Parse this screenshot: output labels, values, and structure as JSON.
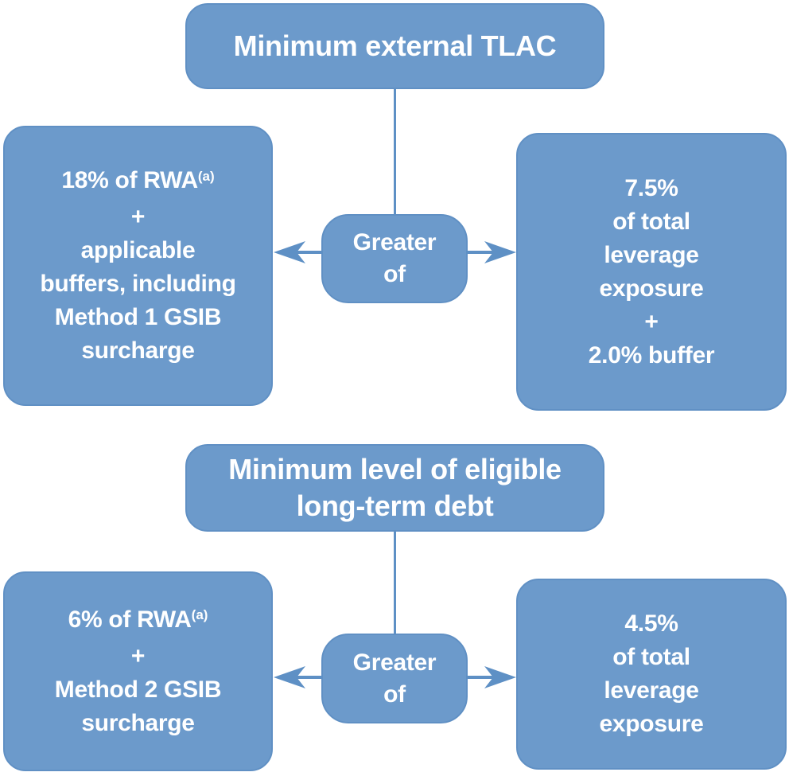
{
  "colors": {
    "box-fill": "#6C9ACB",
    "box-stroke": "#6090C4",
    "connector": "#5E90C5",
    "text": "#FFFFFF",
    "background": "#FFFFFF"
  },
  "top": {
    "title": "Minimum external TLAC",
    "left": {
      "rwa": "18% of RWA",
      "sup": "(a)",
      "rest": [
        "+",
        "applicable",
        "buffers, including",
        "Method 1 GSIB",
        "surcharge"
      ]
    },
    "center": [
      "Greater",
      "of"
    ],
    "right": {
      "lines": [
        "7.5%",
        "of total",
        "leverage",
        "exposure",
        "+",
        "2.0% buffer"
      ]
    }
  },
  "bottom": {
    "title_line1": "Minimum level of eligible",
    "title_line2": "long-term debt",
    "left": {
      "rwa": "6% of RWA",
      "sup": "(a)",
      "rest": [
        "+",
        "Method 2 GSIB",
        "surcharge"
      ]
    },
    "center": [
      "Greater",
      "of"
    ],
    "right": {
      "lines": [
        "4.5%",
        "of total",
        "leverage",
        "exposure"
      ]
    }
  }
}
